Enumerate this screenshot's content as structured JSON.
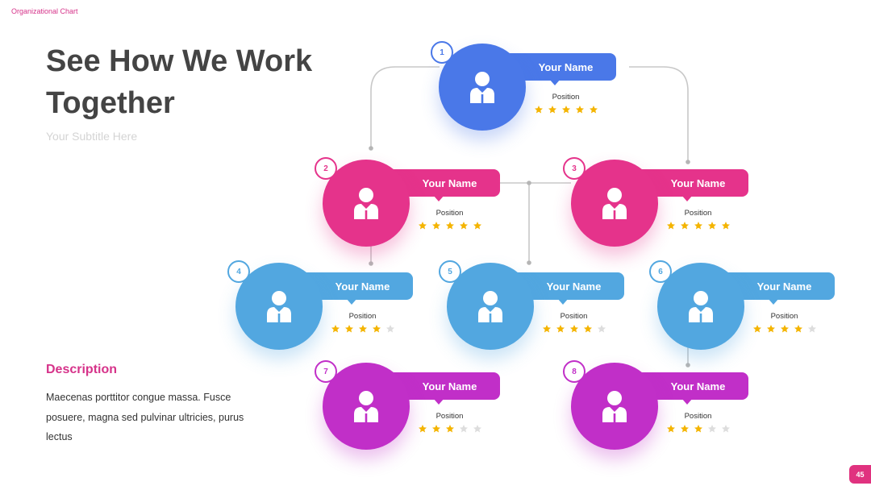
{
  "header": {
    "label": "Organizational Chart"
  },
  "title": "See How We Work Together",
  "subtitle": "Your Subtitle Here",
  "description": {
    "heading": "Description",
    "body": "Maecenas porttitor congue massa. Fusce posuere, magna sed pulvinar ultricies, purus lectus"
  },
  "page_number": "45",
  "colors": {
    "blue": "#4a78e8",
    "pink": "#e5338b",
    "lightblue": "#52a7e0",
    "purple": "#c12fc8",
    "star_on": "#f4b400",
    "star_off": "#dddddd",
    "connector": "#c8c8c8"
  },
  "nodes": [
    {
      "num": "1",
      "name": "Your Name",
      "position": "Position",
      "rating": 5,
      "color": "#4a78e8"
    },
    {
      "num": "2",
      "name": "Your Name",
      "position": "Position",
      "rating": 5,
      "color": "#e5338b"
    },
    {
      "num": "3",
      "name": "Your Name",
      "position": "Position",
      "rating": 5,
      "color": "#e5338b"
    },
    {
      "num": "4",
      "name": "Your Name",
      "position": "Position",
      "rating": 4,
      "color": "#52a7e0"
    },
    {
      "num": "5",
      "name": "Your Name",
      "position": "Position",
      "rating": 4,
      "color": "#52a7e0"
    },
    {
      "num": "6",
      "name": "Your Name",
      "position": "Position",
      "rating": 4,
      "color": "#52a7e0"
    },
    {
      "num": "7",
      "name": "Your Name",
      "position": "Position",
      "rating": 3,
      "color": "#c12fc8"
    },
    {
      "num": "8",
      "name": "Your Name",
      "position": "Position",
      "rating": 3,
      "color": "#c12fc8"
    }
  ]
}
